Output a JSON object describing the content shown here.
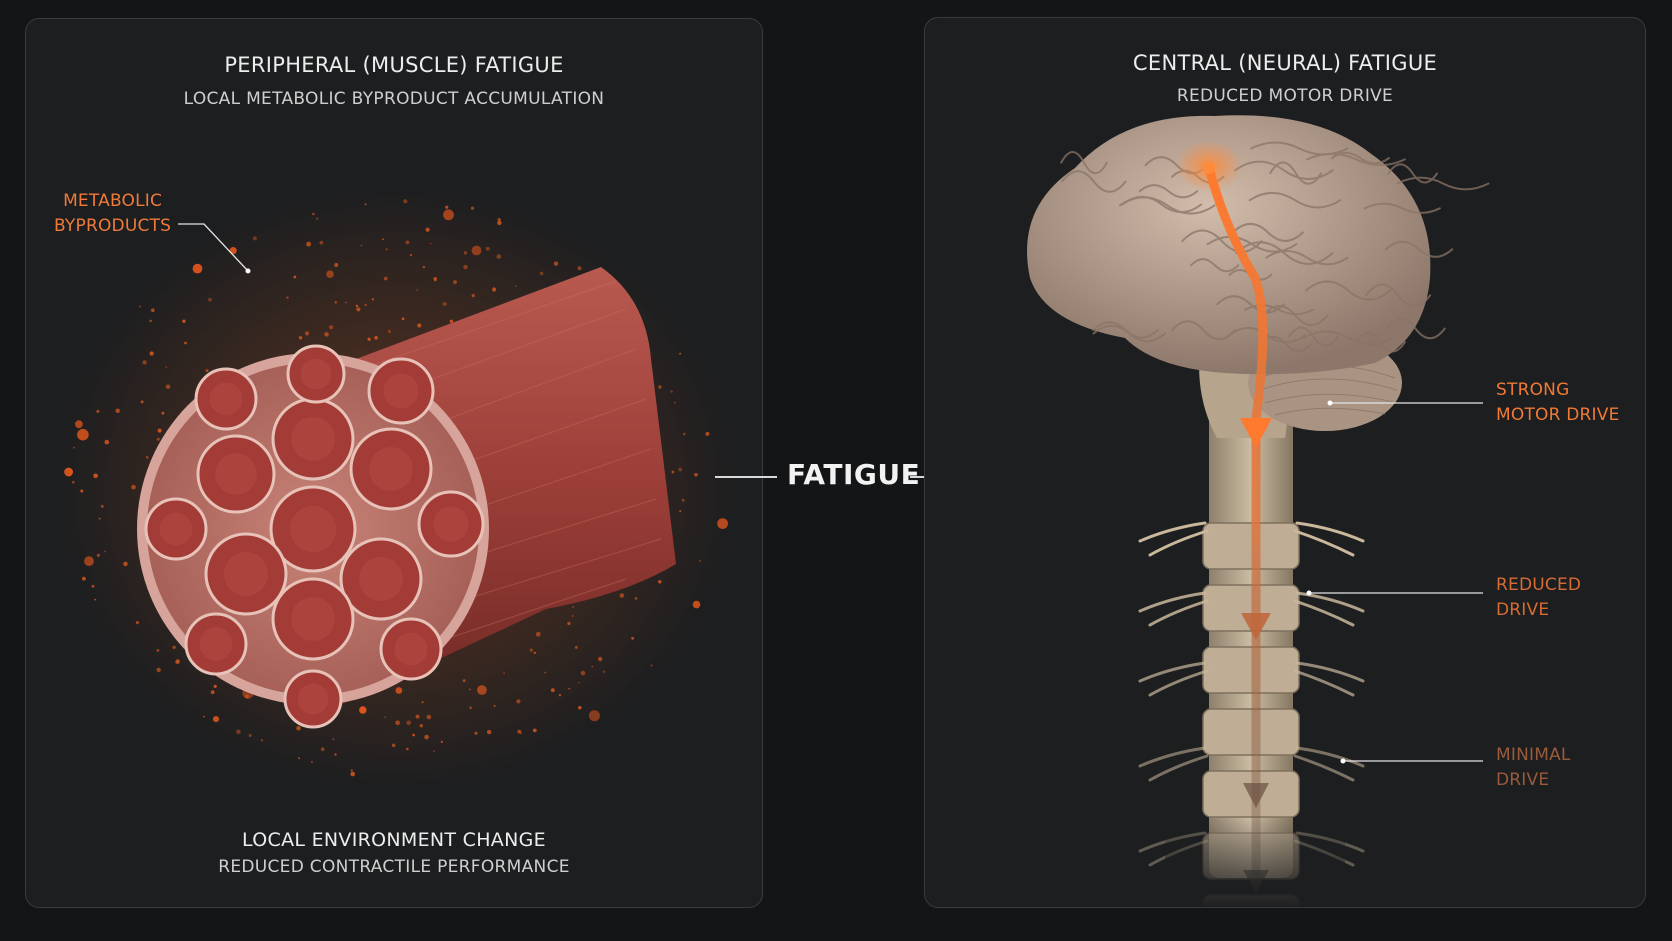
{
  "center": {
    "label": "FATIGUE"
  },
  "peripheral": {
    "title": "PERIPHERAL (MUSCLE) FATIGUE",
    "subtitle": "LOCAL METABOLIC BYPRODUCT ACCUMULATION",
    "callout_line1": "METABOLIC",
    "callout_line2": "BYPRODUCTS",
    "footer_title": "LOCAL ENVIRONMENT CHANGE",
    "footer_subtitle": "REDUCED CONTRACTILE PERFORMANCE"
  },
  "central": {
    "title": "CENTRAL (NEURAL) FATIGUE",
    "subtitle": "REDUCED MOTOR DRIVE",
    "labels": [
      {
        "line1": "STRONG",
        "line2": "MOTOR DRIVE",
        "color": "#f07a35"
      },
      {
        "line1": "REDUCED",
        "line2": "DRIVE",
        "color": "#d86b34"
      },
      {
        "line1": "MINIMAL",
        "line2": "DRIVE",
        "color": "#9a5a3c"
      }
    ]
  },
  "colors": {
    "accent": "#f07a35",
    "muscle": "#a8423b",
    "brain": "#bfa99a",
    "spine": "#c4b49b"
  }
}
